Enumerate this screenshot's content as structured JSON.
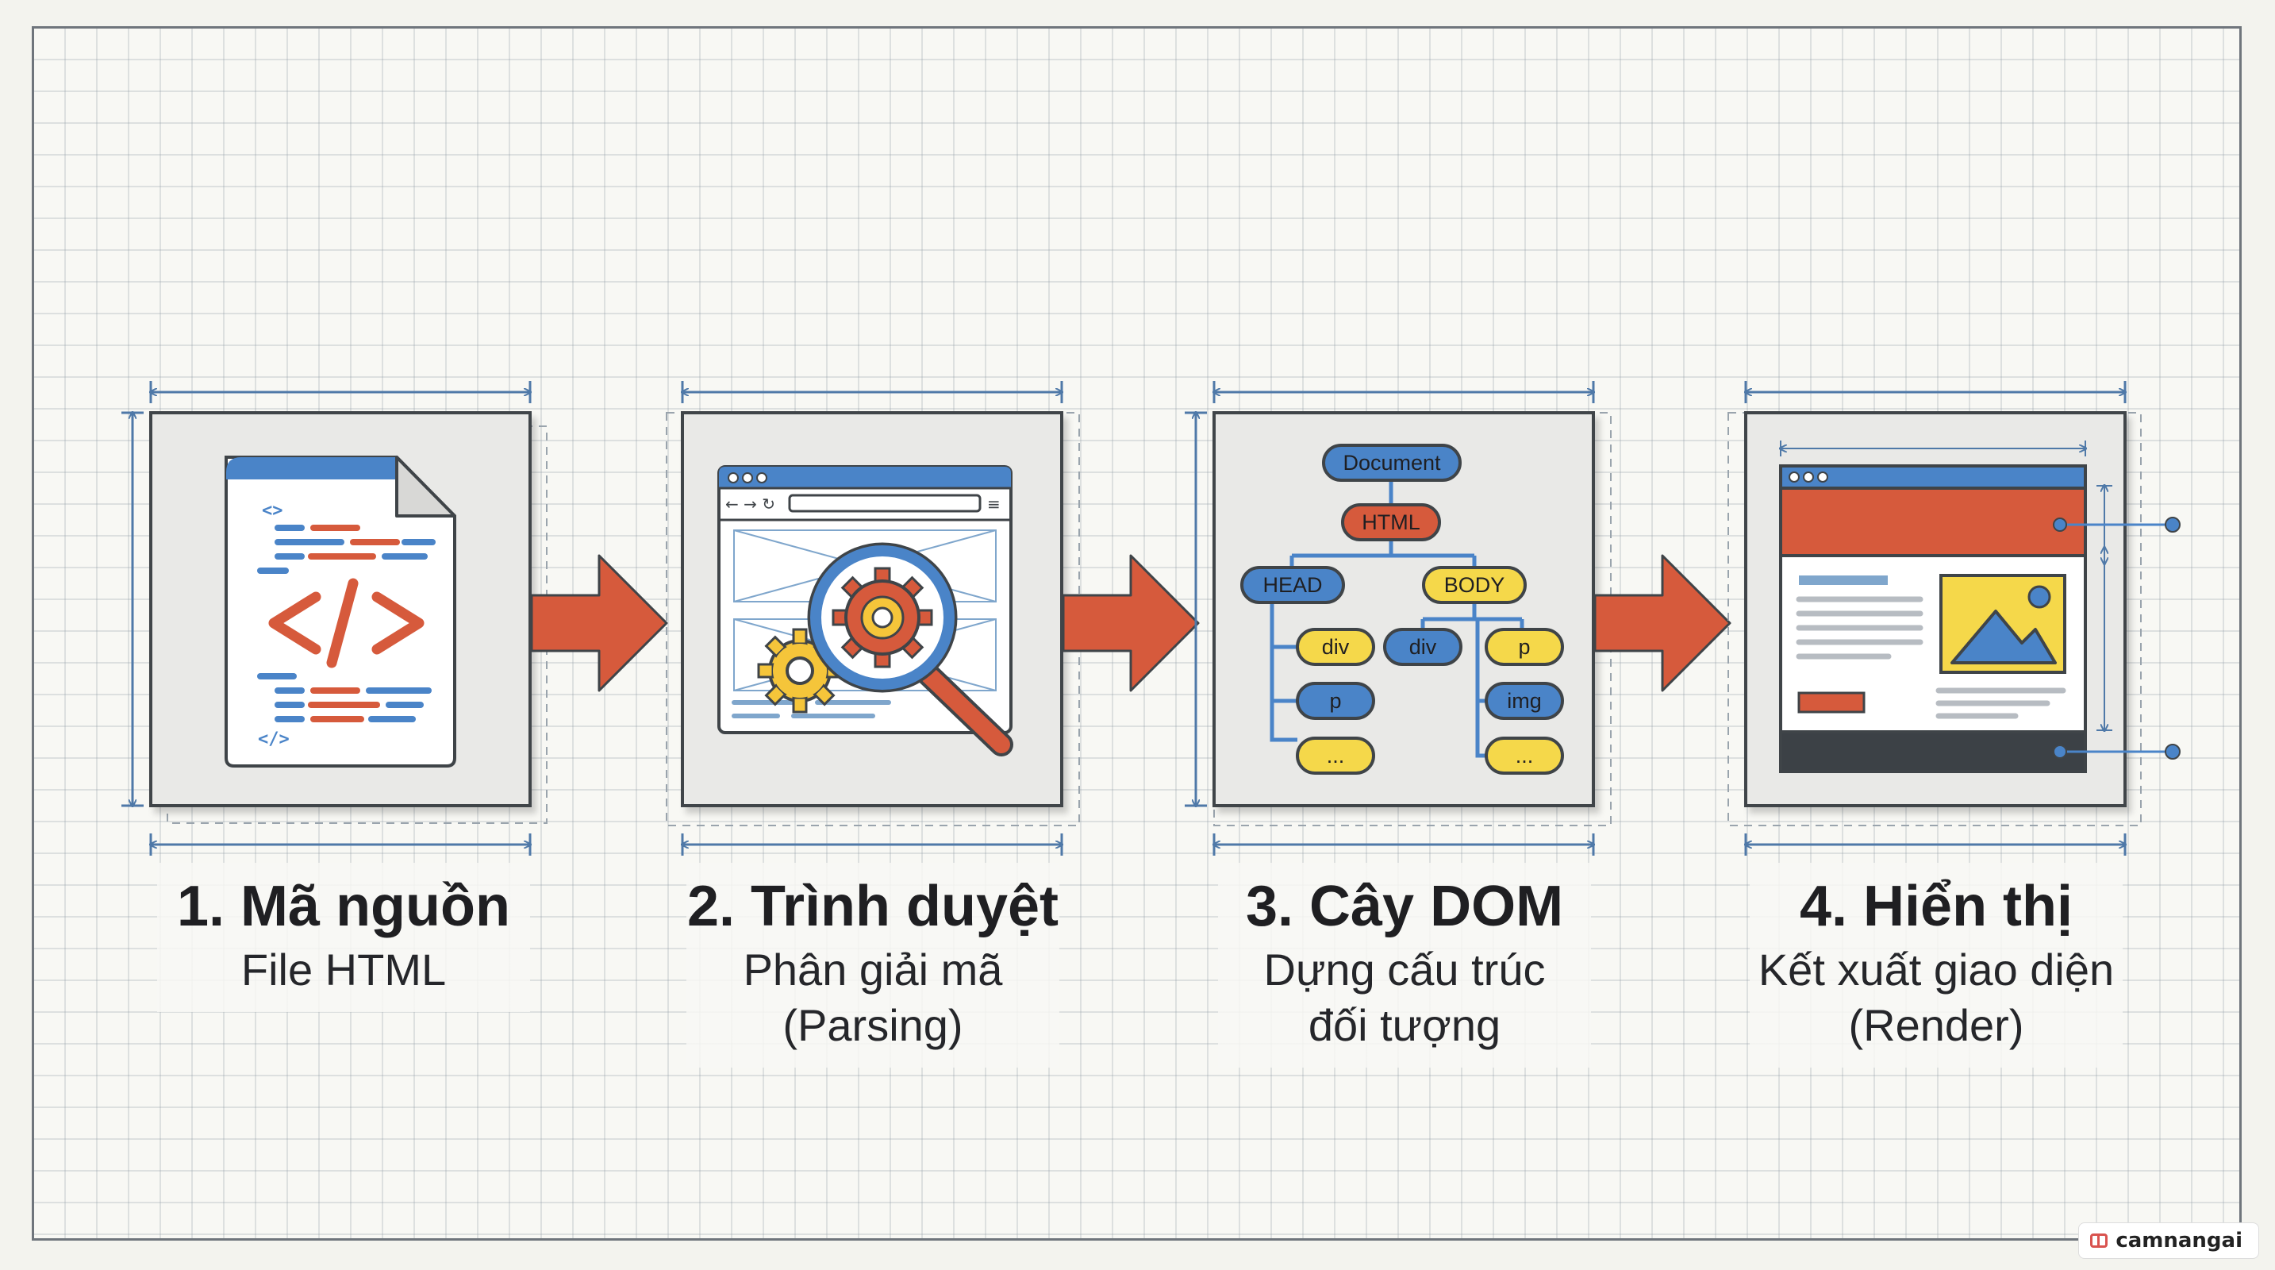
{
  "steps": [
    {
      "title": "1. Mã nguồn",
      "subtitle": "File HTML",
      "icon": "html-file-icon"
    },
    {
      "title": "2. Trình duyệt",
      "subtitle": "Phân giải mã\n(Parsing)",
      "icon": "browser-parsing-icon"
    },
    {
      "title": "3. Cây DOM",
      "subtitle": "Dựng cấu trúc\nđối tượng",
      "icon": "dom-tree-icon"
    },
    {
      "title": "4. Hiển thị",
      "subtitle": "Kết xuất giao diện\n(Render)",
      "icon": "rendered-page-icon"
    }
  ],
  "dom_tree": {
    "root": "Document",
    "html": "HTML",
    "head": "HEAD",
    "body": "BODY",
    "head_children": [
      "div",
      "p",
      "..."
    ],
    "body_middle": "div",
    "body_children": [
      "p",
      "img",
      "..."
    ]
  },
  "code_icon_text": {
    "open_tag": "<>",
    "center": "</>",
    "close_tag": "</>"
  },
  "watermark": "camnangai",
  "colors": {
    "orange": "#d65a3c",
    "blue": "#4a84c8",
    "yellow": "#f5d84a",
    "panel": "#e8e8e6",
    "dimension": "#4f79a8"
  }
}
